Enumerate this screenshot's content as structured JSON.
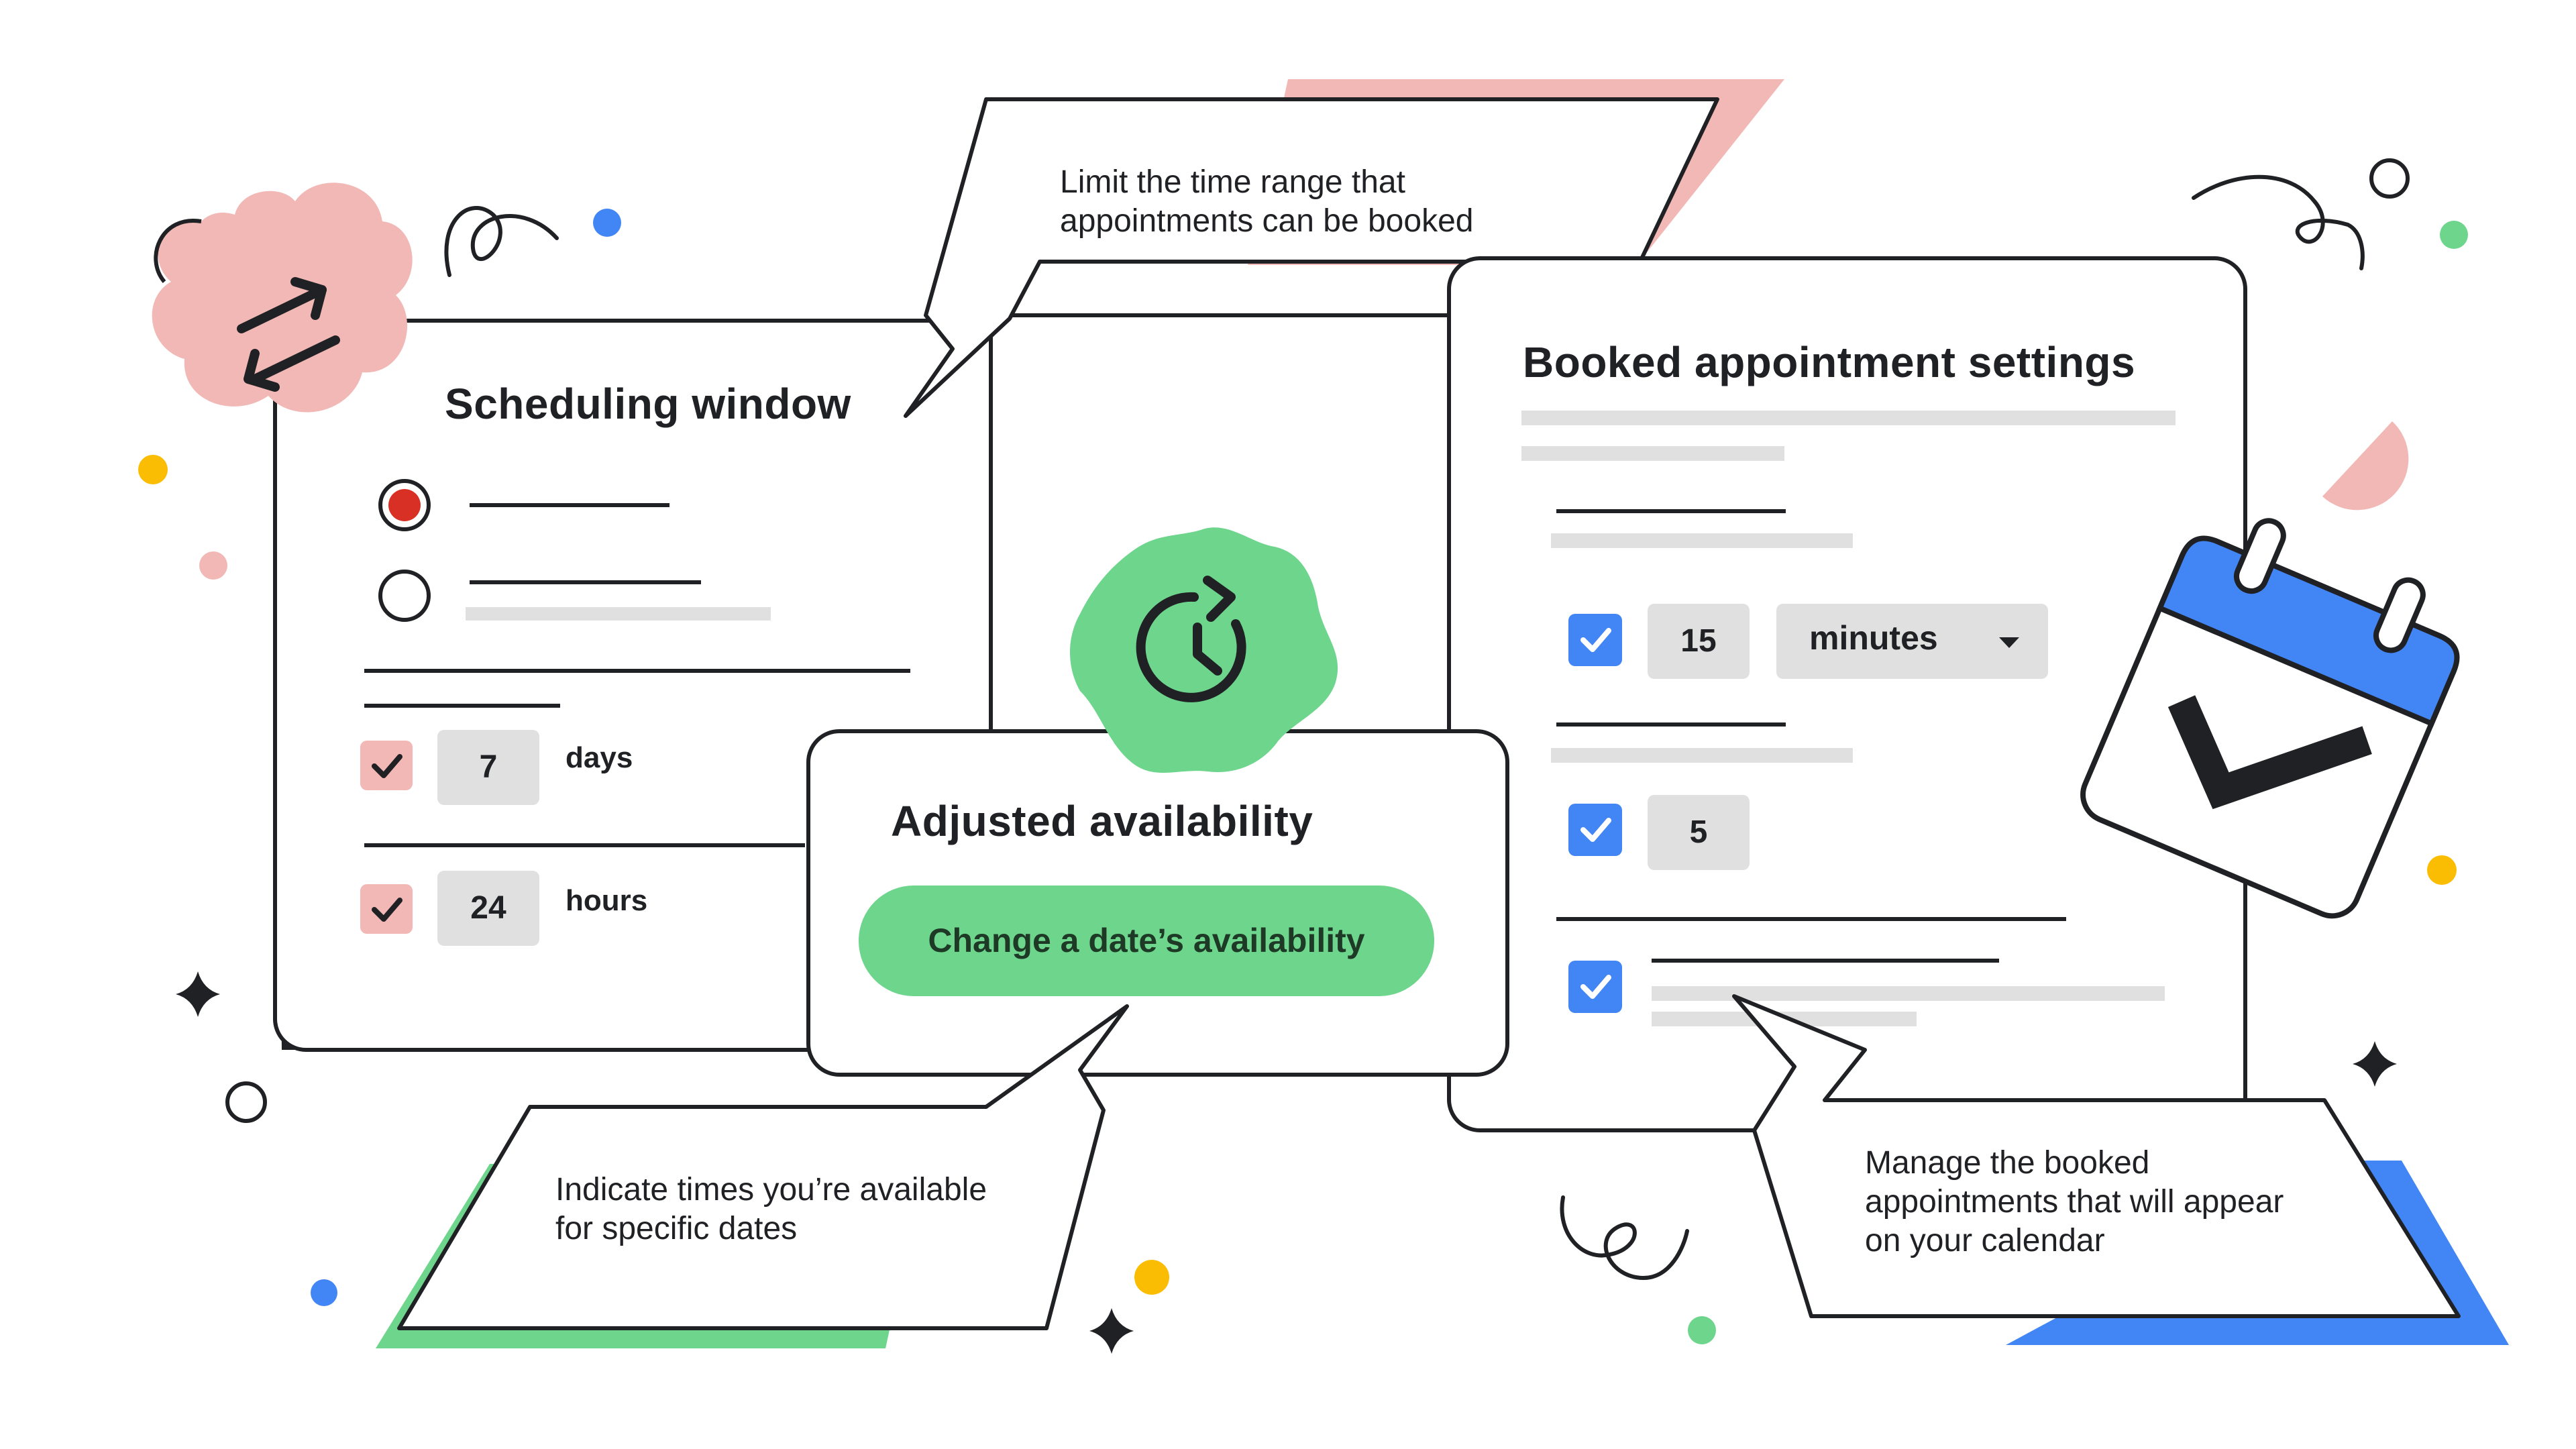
{
  "callouts": {
    "time_range": "Limit the time range that\nappointments can be booked",
    "specific_dates": "Indicate times you’re available\nfor specific dates",
    "booked": "Manage the booked\nappointments that will appear\non your calendar"
  },
  "scheduling_window": {
    "title": "Scheduling window",
    "days_value": "7",
    "days_unit": "days",
    "hours_value": "24",
    "hours_unit": "hours"
  },
  "adjusted_availability": {
    "title": "Adjusted availability",
    "button_label": "Change a date’s availability"
  },
  "booked_settings": {
    "title": "Booked appointment settings",
    "duration_value": "15",
    "duration_unit": "minutes",
    "max_value": "5"
  },
  "colors": {
    "pink": "#f2b8b5",
    "green": "#6dd58c",
    "blue": "#4285f4",
    "yellow": "#fbbc04",
    "red": "#d93025",
    "gray": "#e0e0e0",
    "ink": "#202124"
  },
  "icons": {
    "swap": "swap-arrows-icon",
    "clock": "clock-refresh-icon",
    "calendar": "calendar-check-icon"
  }
}
